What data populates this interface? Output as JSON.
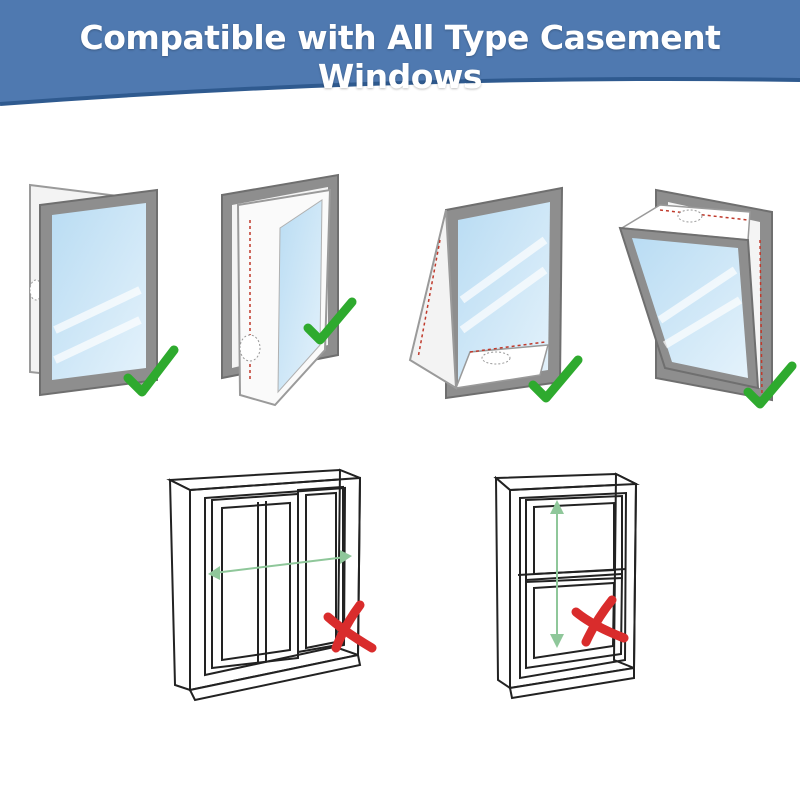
{
  "header": {
    "title": "Compatible with All Type Casement Windows",
    "background_color": "#4f79b0",
    "border_color": "#2f5a8f"
  },
  "colors": {
    "frame_gray": "#8e8e8e",
    "glass_blue": "#cfe6f6",
    "check_green": "#2eaa2e",
    "cross_red": "#d92c2c",
    "arrow_green": "#8fc79a"
  },
  "compatible_windows": [
    {
      "name": "side-hinged casement window",
      "status": "compatible",
      "status_icon": "checkmark-icon"
    },
    {
      "name": "side-hinged casement window open",
      "status": "compatible",
      "status_icon": "checkmark-icon"
    },
    {
      "name": "top-hinged awning window",
      "status": "compatible",
      "status_icon": "checkmark-icon"
    },
    {
      "name": "bottom-hinged hopper window",
      "status": "compatible",
      "status_icon": "checkmark-icon"
    }
  ],
  "incompatible_windows": [
    {
      "name": "horizontal sliding window",
      "status": "not compatible",
      "status_icon": "cross-icon"
    },
    {
      "name": "vertical sliding sash window",
      "status": "not compatible",
      "status_icon": "cross-icon"
    }
  ]
}
